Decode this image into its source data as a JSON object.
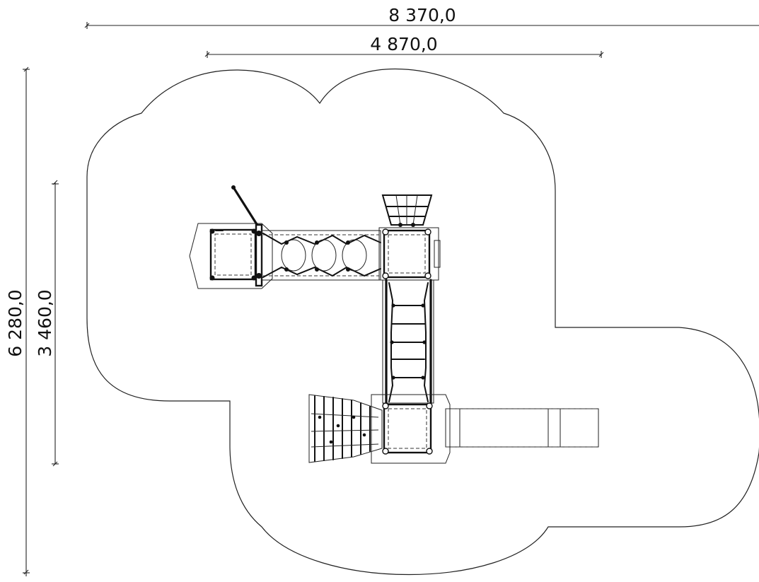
{
  "dimensions": {
    "overall_width": "8 370,0",
    "structure_width": "4 870,0",
    "overall_depth": "6 280,0",
    "structure_depth": "3 460,0"
  },
  "colors": {
    "line": "#111111",
    "background": "#ffffff"
  }
}
